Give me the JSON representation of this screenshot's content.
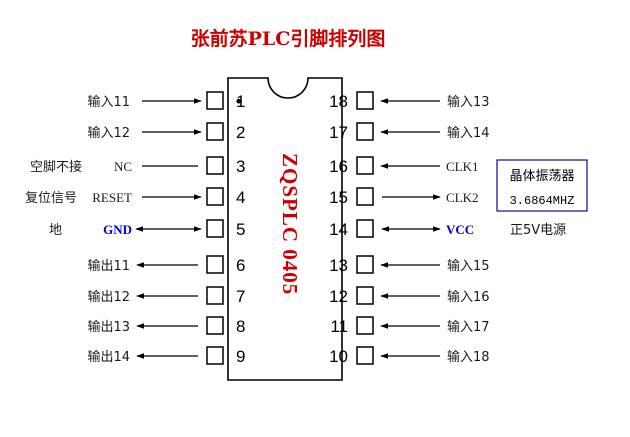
{
  "title": "张前苏PLC引脚排列图",
  "chip_label": "ZQSPLC 0405",
  "pin1_marker": "•",
  "left_pins": [
    {
      "num": "1",
      "label": "输入11",
      "signal": "",
      "dir": "in"
    },
    {
      "num": "2",
      "label": "输入12",
      "signal": "",
      "dir": "in"
    },
    {
      "num": "3",
      "label": "空脚不接",
      "signal": "NC",
      "dir": "none"
    },
    {
      "num": "4",
      "label": "复位信号",
      "signal": "RESET",
      "dir": "in"
    },
    {
      "num": "5",
      "label": "地",
      "signal": "GND",
      "dir": "both"
    },
    {
      "num": "6",
      "label": "输出11",
      "signal": "",
      "dir": "out"
    },
    {
      "num": "7",
      "label": "输出12",
      "signal": "",
      "dir": "out"
    },
    {
      "num": "8",
      "label": "输出13",
      "signal": "",
      "dir": "out"
    },
    {
      "num": "9",
      "label": "输出14",
      "signal": "",
      "dir": "out"
    }
  ],
  "right_pins": [
    {
      "num": "18",
      "label": "输入13",
      "signal": "",
      "dir": "in"
    },
    {
      "num": "17",
      "label": "输入14",
      "signal": "",
      "dir": "in"
    },
    {
      "num": "16",
      "label": "",
      "signal": "CLK1",
      "dir": "in"
    },
    {
      "num": "15",
      "label": "",
      "signal": "CLK2",
      "dir": "out"
    },
    {
      "num": "14",
      "label": "正5V电源",
      "signal": "VCC",
      "dir": "both"
    },
    {
      "num": "13",
      "label": "输入15",
      "signal": "",
      "dir": "in"
    },
    {
      "num": "12",
      "label": "输入16",
      "signal": "",
      "dir": "in"
    },
    {
      "num": "11",
      "label": "输入17",
      "signal": "",
      "dir": "in"
    },
    {
      "num": "10",
      "label": "输入18",
      "signal": "",
      "dir": "in"
    }
  ],
  "oscillator": {
    "name": "晶体振荡器",
    "freq": "3.6864MHZ"
  },
  "colors": {
    "title": "#cc0000",
    "chip_label": "#cc0000",
    "power_signal": "#0000cc",
    "osc_border": "#0a0a8a"
  }
}
